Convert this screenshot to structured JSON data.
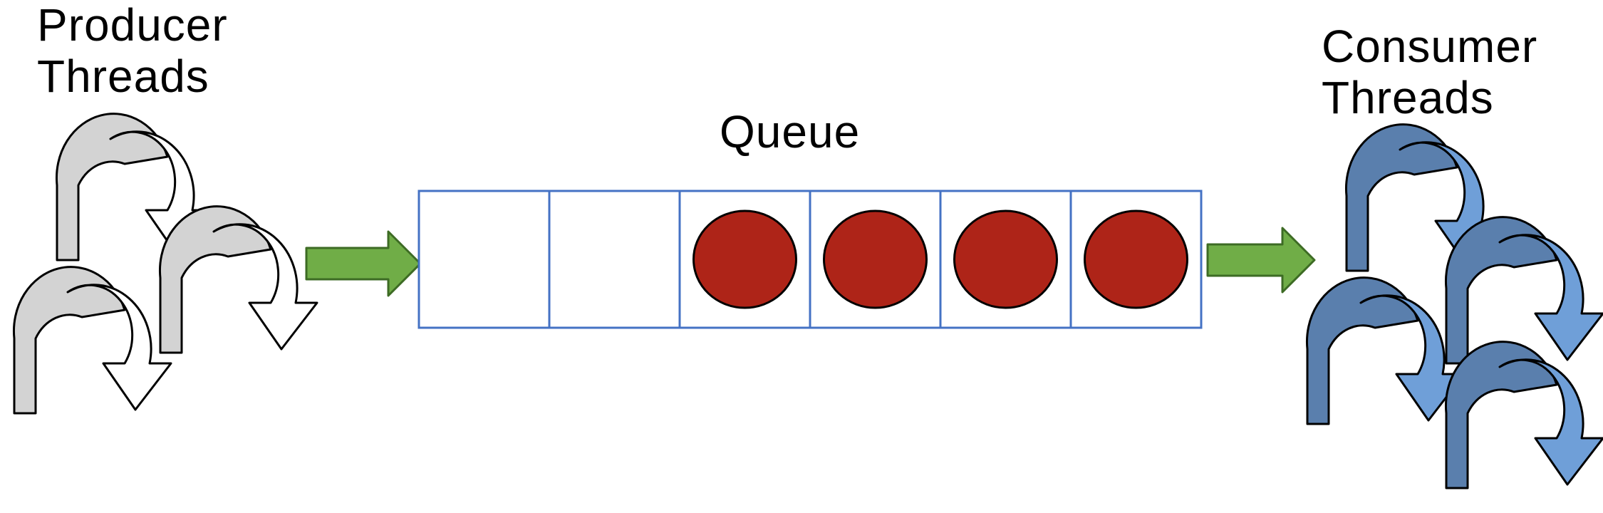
{
  "producer": {
    "line1": "Producer",
    "line2": "Threads",
    "fill": "#d3d3d3",
    "outline": "#000000"
  },
  "queue": {
    "title": "Queue",
    "slot_count": 6,
    "filled_slots": [
      3,
      4,
      5,
      6
    ],
    "border_color": "#4472c4",
    "item_color": "#ae2418"
  },
  "consumer": {
    "line1": "Consumer",
    "line2": "Threads",
    "fill": "#5a7fad",
    "fill_light": "#6f9fd8",
    "outline": "#000000"
  },
  "flow_arrow_color": "#70ad47",
  "icons": {
    "thread": "circular-arrow-icon",
    "flow": "right-arrow-icon"
  }
}
